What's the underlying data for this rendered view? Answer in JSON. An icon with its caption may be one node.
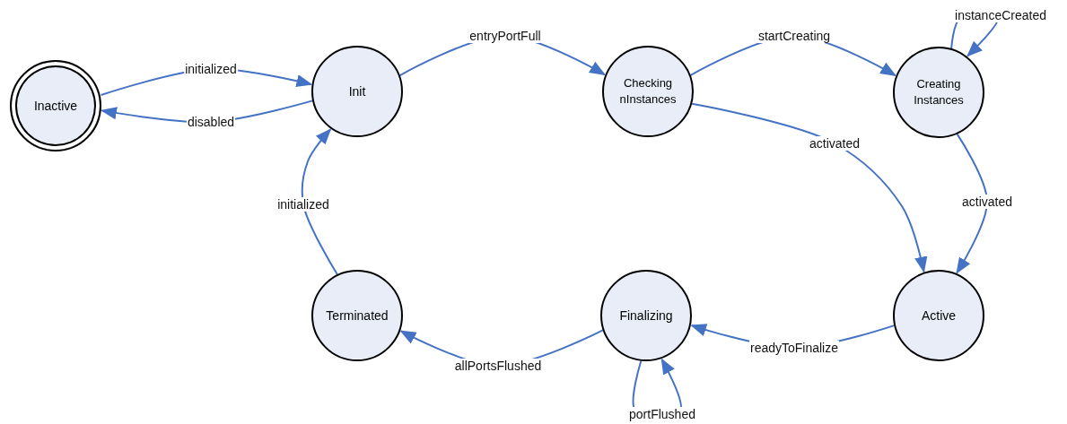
{
  "diagram": {
    "nodes": [
      {
        "text": [
          "Inactive"
        ]
      },
      {
        "text": [
          "Init"
        ]
      },
      {
        "text": [
          "Checking nInstances"
        ]
      },
      {
        "text": [
          "Creating Instances"
        ]
      },
      {
        "text": [
          "Terminated"
        ]
      },
      {
        "text": [
          "Finalizing"
        ]
      },
      {
        "text": [
          "Active"
        ]
      }
    ],
    "edges": [
      {
        "from": 0,
        "to": 1,
        "arrow": "to",
        "label": "initialized"
      },
      {
        "from": 1,
        "to": 0,
        "arrow": "to",
        "label": "disabled"
      },
      {
        "from": 1,
        "to": 2,
        "arrow": "to",
        "label": "entryPortFull"
      },
      {
        "from": 2,
        "to": 3,
        "arrow": "to",
        "label": "startCreating"
      },
      {
        "from": 3,
        "to": 3,
        "arrow": "to",
        "label": "instanceCreated"
      },
      {
        "from": 2,
        "to": 6,
        "arrow": "to",
        "label": "activated"
      },
      {
        "from": 3,
        "to": 6,
        "arrow": "to",
        "label": "activated"
      },
      {
        "from": 6,
        "to": 5,
        "arrow": "to",
        "label": "readyToFinalize"
      },
      {
        "from": 5,
        "to": 5,
        "arrow": "to",
        "label": "portFlushed"
      },
      {
        "from": 5,
        "to": 4,
        "arrow": "to",
        "label": "allPortsFlushed"
      },
      {
        "from": 4,
        "to": 1,
        "arrow": "to",
        "label": "initialized"
      }
    ]
  }
}
